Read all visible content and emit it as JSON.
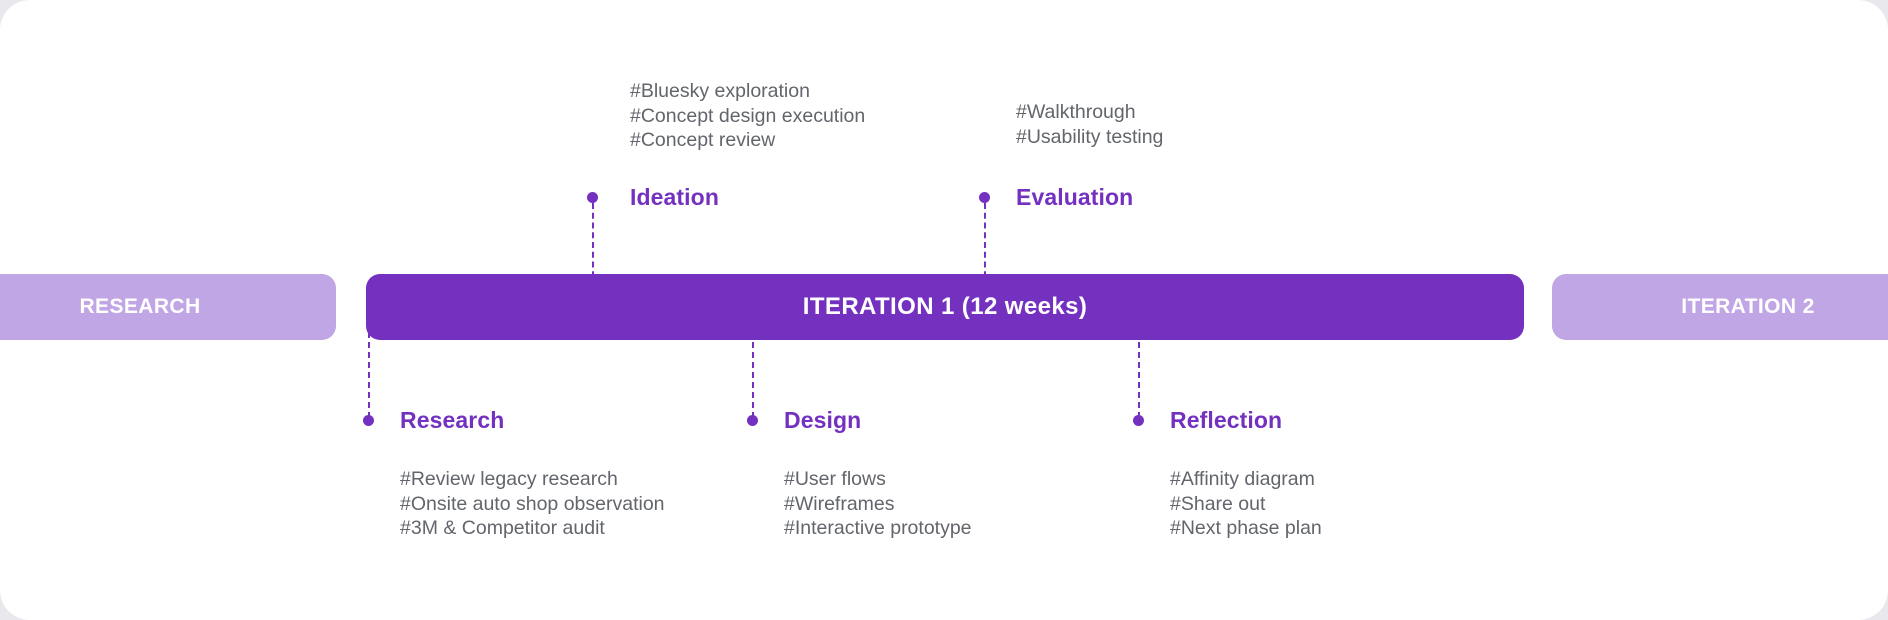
{
  "card": {
    "background": "#ffffff",
    "page_background": "#e9e9ed"
  },
  "colors": {
    "primary": "#7431c0",
    "primary_light": "#c0a6e4",
    "bar_text": "#ffffff",
    "tag_text": "#62656b"
  },
  "phases": [
    {
      "id": "research",
      "label": "RESEARCH",
      "variant": "light"
    },
    {
      "id": "iteration1",
      "label": "ITERATION 1 (12 weeks)",
      "variant": "main"
    },
    {
      "id": "iteration2",
      "label": "ITERATION 2",
      "variant": "light"
    }
  ],
  "milestones": [
    {
      "id": "ideation",
      "label": "Ideation",
      "position": "above",
      "tags": [
        "#Bluesky exploration",
        "#Concept design execution",
        "#Concept review"
      ]
    },
    {
      "id": "evaluation",
      "label": "Evaluation",
      "position": "above",
      "tags": [
        "#Walkthrough",
        "#Usability testing"
      ]
    },
    {
      "id": "research",
      "label": "Research",
      "position": "below",
      "tags": [
        "#Review legacy research",
        "#Onsite auto shop observation",
        "#3M & Competitor audit"
      ]
    },
    {
      "id": "design",
      "label": "Design",
      "position": "below",
      "tags": [
        "#User flows",
        "#Wireframes",
        "#Interactive prototype"
      ]
    },
    {
      "id": "reflection",
      "label": "Reflection",
      "position": "below",
      "tags": [
        "#Affinity diagram",
        "#Share out",
        "#Next phase plan"
      ]
    }
  ]
}
